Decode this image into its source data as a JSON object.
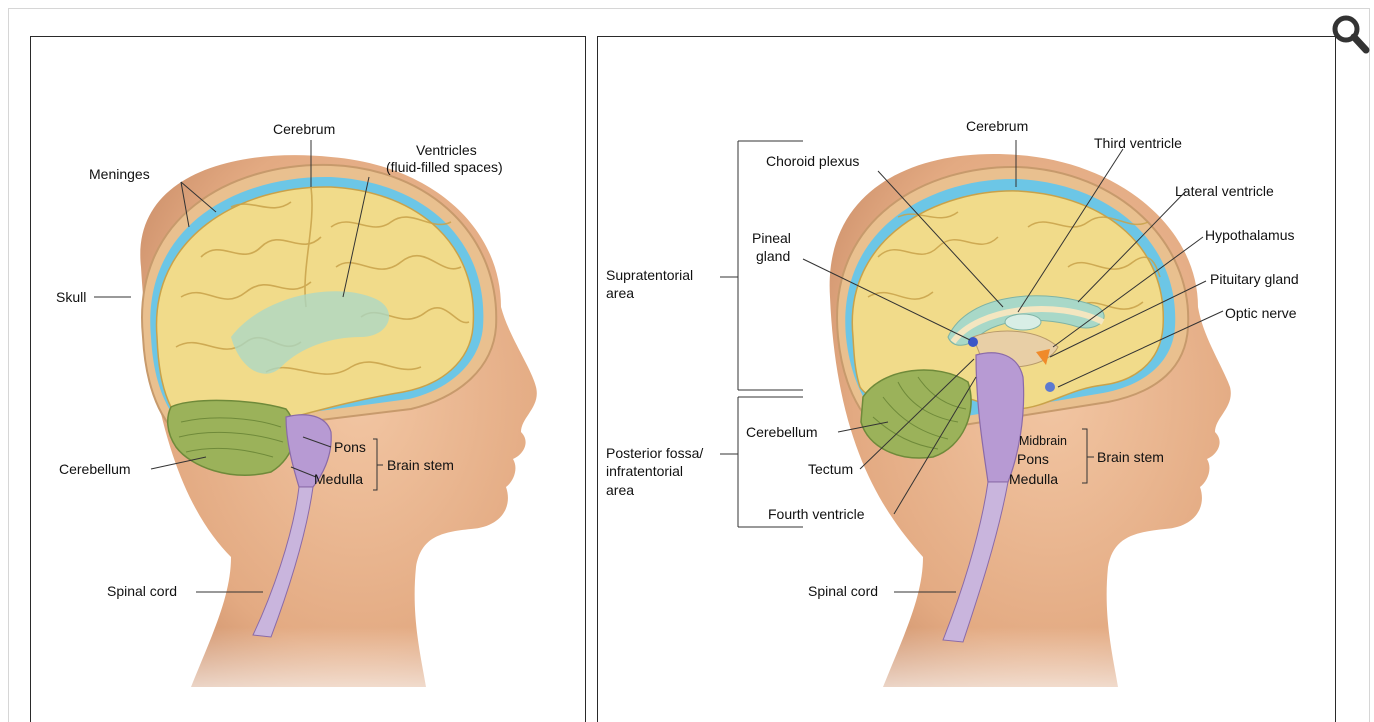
{
  "left_panel": {
    "labels": {
      "cerebrum": "Cerebrum",
      "ventricles_line1": "Ventricles",
      "ventricles_line2": "(fluid-filled spaces)",
      "meninges": "Meninges",
      "skull": "Skull",
      "pons": "Pons",
      "brain_stem": "Brain stem",
      "medulla": "Medulla",
      "cerebellum": "Cerebellum",
      "spinal_cord": "Spinal cord"
    }
  },
  "right_panel": {
    "labels": {
      "cerebrum": "Cerebrum",
      "third_ventricle": "Third ventricle",
      "choroid_plexus": "Choroid plexus",
      "lateral_ventricle": "Lateral ventricle",
      "pineal_line1": "Pineal",
      "pineal_line2": "gland",
      "hypothalamus": "Hypothalamus",
      "supratentorial_line1": "Supratentorial",
      "supratentorial_line2": "area",
      "pituitary_gland": "Pituitary gland",
      "optic_nerve": "Optic nerve",
      "cerebellum": "Cerebellum",
      "posterior_line1": "Posterior fossa/",
      "posterior_line2": "infratentorial",
      "posterior_line3": "area",
      "midbrain": "Midbrain",
      "pons": "Pons",
      "brain_stem": "Brain stem",
      "tectum": "Tectum",
      "medulla": "Medulla",
      "fourth_ventricle": "Fourth ventricle",
      "spinal_cord": "Spinal cord"
    }
  },
  "zoom_control": {
    "icon": "magnifier-icon"
  },
  "colors": {
    "skin": "#e8b58f",
    "skin_dark": "#c98c67",
    "cerebrum": "#f1db8a",
    "cerebellum": "#9bb25a",
    "brainstem": "#b79ad3",
    "csf_blue": "#6cc6e6",
    "ventricle": "#a8d8c8",
    "pituitary": "#f08a2a",
    "pineal": "#3a56c8"
  }
}
